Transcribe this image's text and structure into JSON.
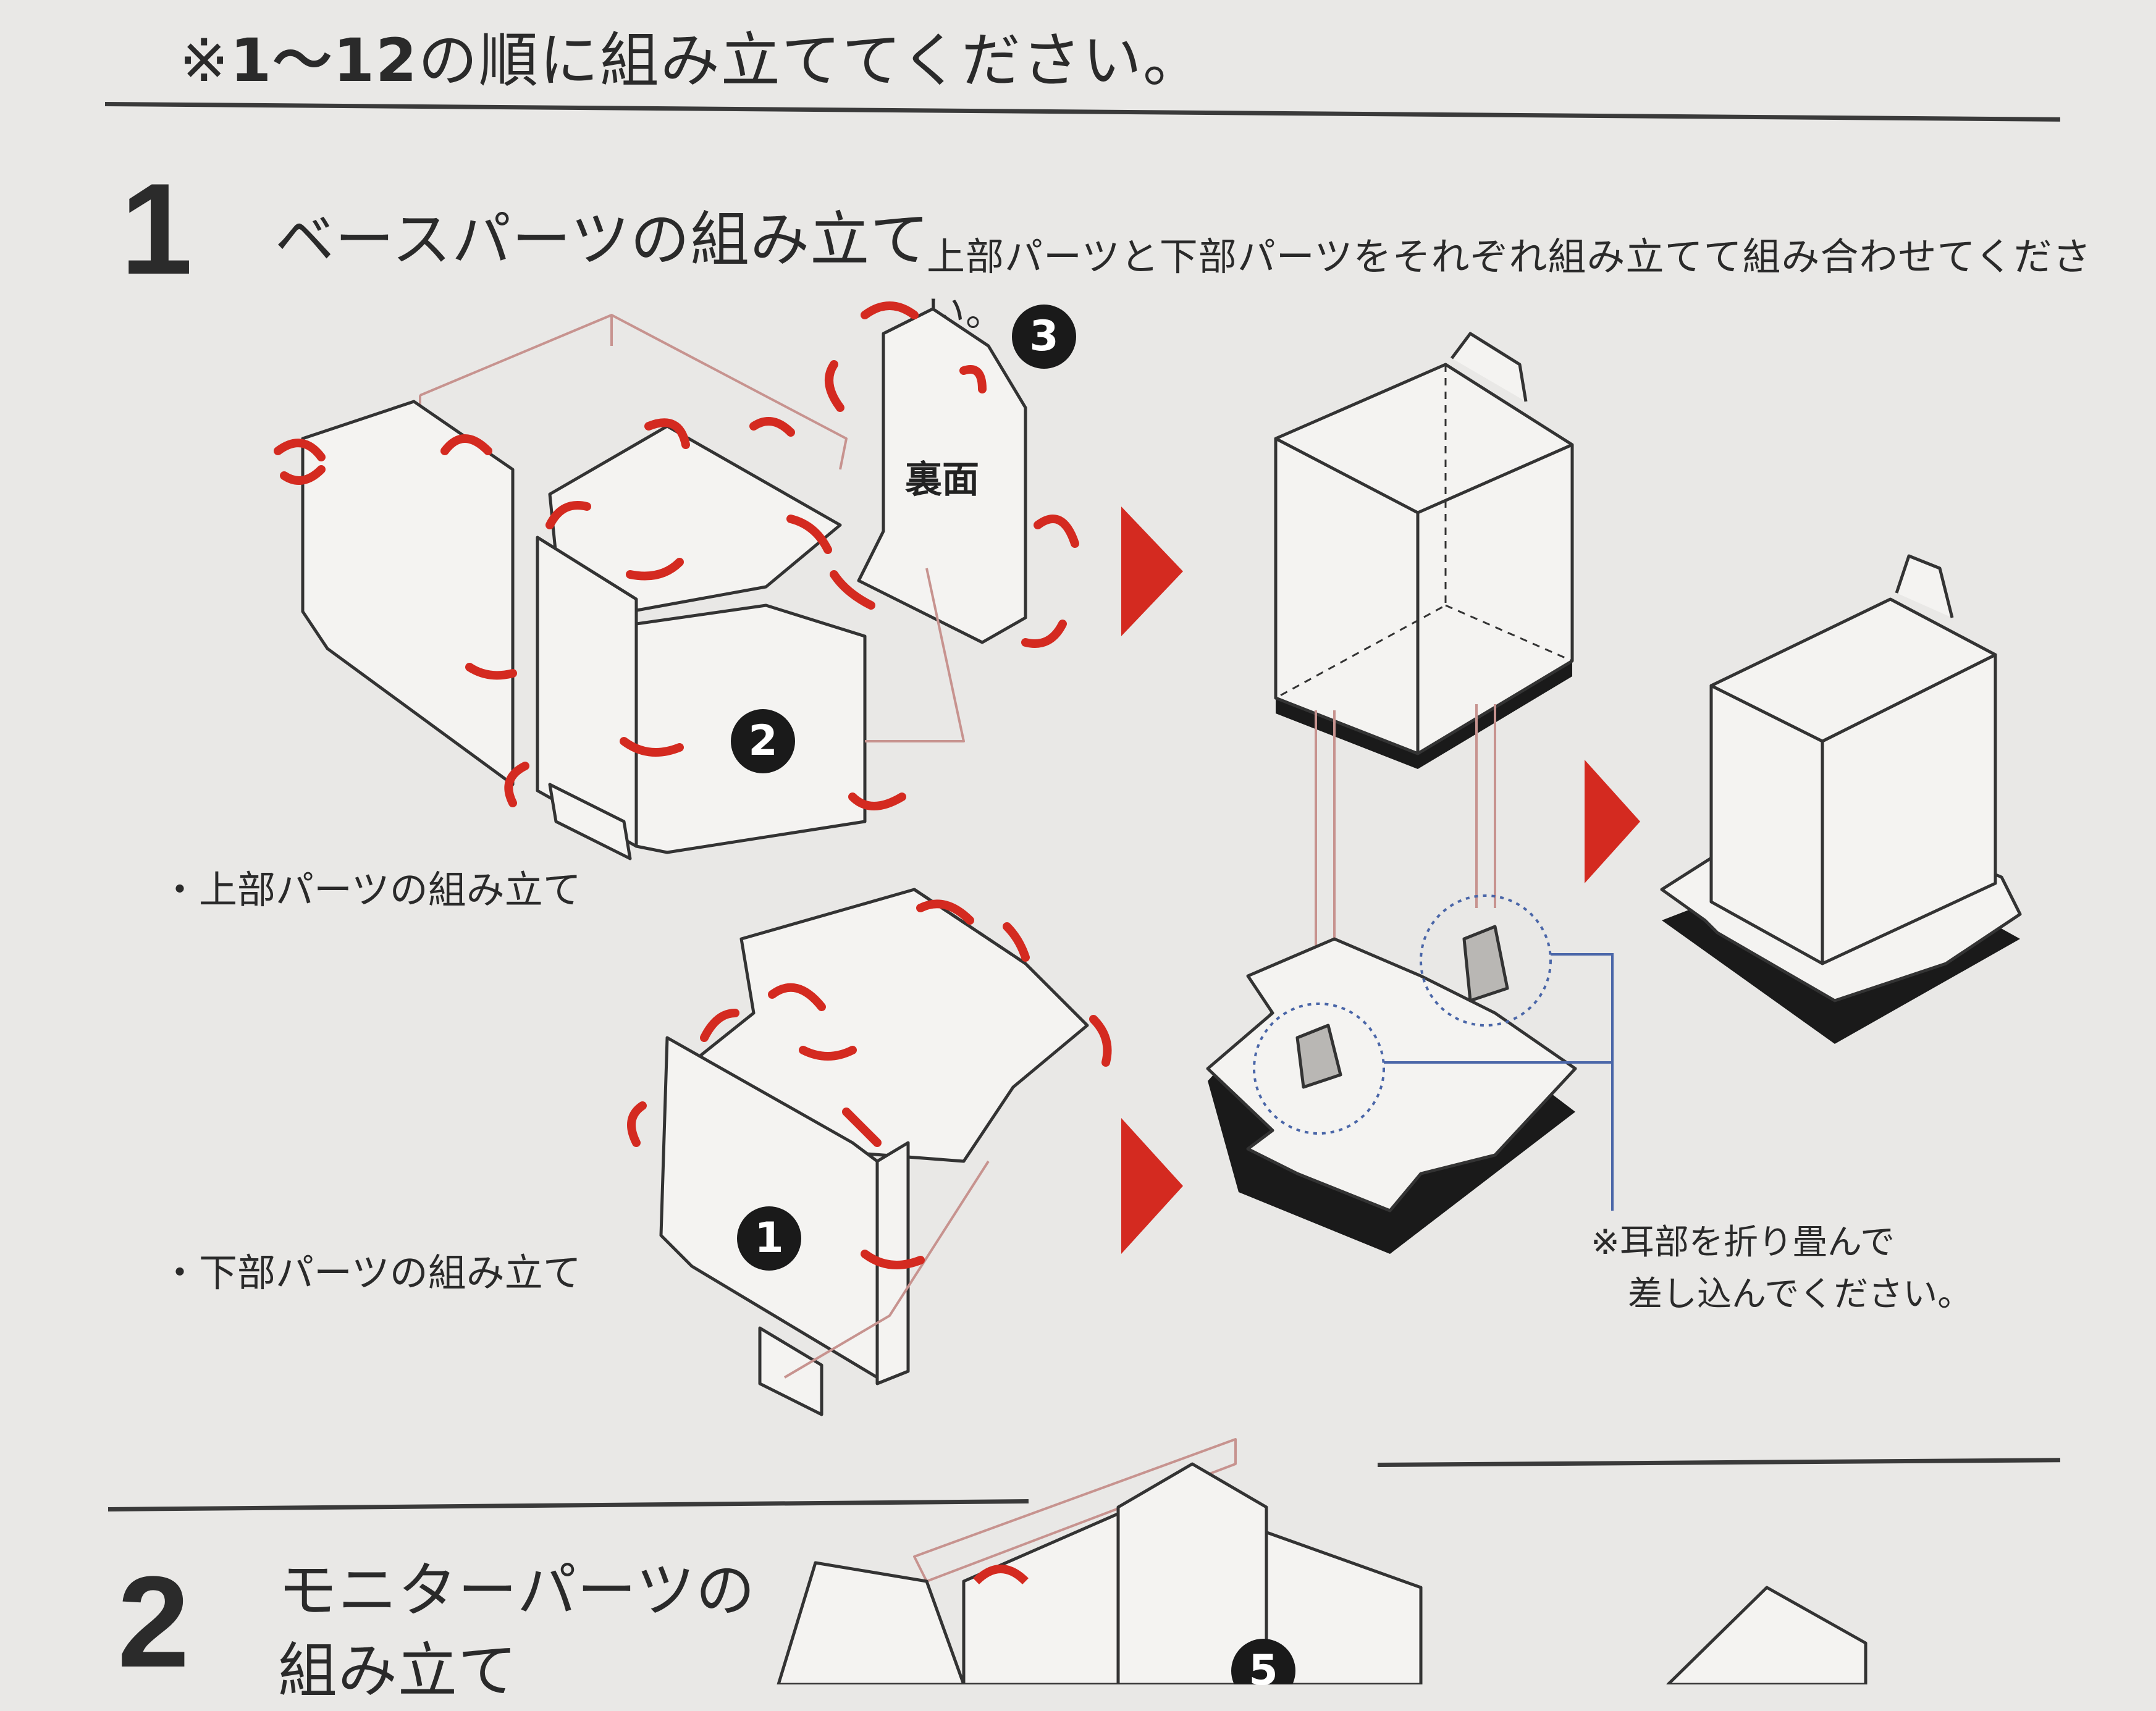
{
  "header": {
    "prefix": "※",
    "range": "1～12",
    "text": "の順に組み立ててください。"
  },
  "step1": {
    "number": "1",
    "title": "ベースパーツの組み立て",
    "description": "上部パーツと下部パーツをそれぞれ組み立てて組み合わせてください。",
    "upper_label": "・上部パーツの組み立て",
    "lower_label": "・下部パーツの組み立て",
    "back_side_label": "裏面",
    "badges": [
      "1",
      "2",
      "3"
    ],
    "note_line1": "※耳部を折り畳んで",
    "note_line2": "差し込んでください。"
  },
  "step2": {
    "number": "2",
    "title_line1": "モニターパーツの",
    "title_line2": "組み立て",
    "badge": "5"
  },
  "colors": {
    "accent_red": "#d42a20",
    "line_dark": "#333333",
    "guide_blue": "#4a66a8",
    "background": "#e9e8e6"
  }
}
